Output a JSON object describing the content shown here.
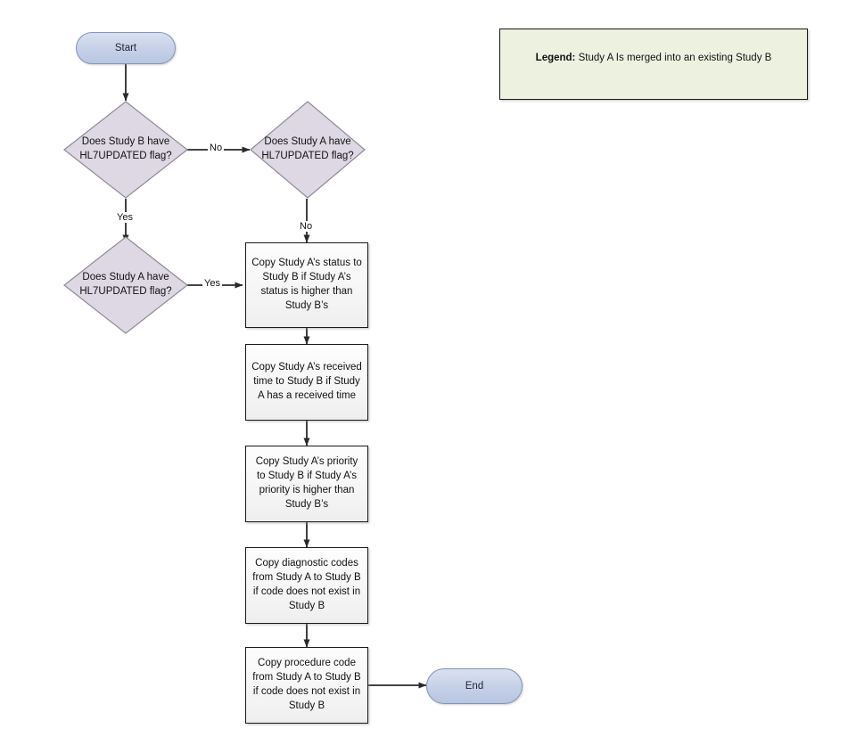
{
  "legend": {
    "label": "Legend:",
    "text": " Study A Is merged into an existing Study B"
  },
  "nodes": {
    "start": {
      "label": "Start",
      "type": "terminator"
    },
    "end": {
      "label": "End",
      "type": "terminator"
    },
    "decision_b_flag": {
      "type": "decision",
      "line1": "Does Study B have",
      "line2": "HL7UPDATED flag?"
    },
    "decision_a_flag_right": {
      "type": "decision",
      "line1": "Does Study A have",
      "line2": "HL7UPDATED flag?"
    },
    "decision_a_flag_left": {
      "type": "decision",
      "line1": "Does Study A have",
      "line2": "HL7UPDATED flag?"
    },
    "process_status": {
      "type": "process",
      "text": "Copy Study A’s status to Study B if Study A’s status is higher than Study B’s"
    },
    "process_received_time": {
      "type": "process",
      "text": "Copy Study A’s received time to Study B if Study A has a received time"
    },
    "process_priority": {
      "type": "process",
      "text": "Copy Study A’s priority to Study B if Study A’s priority is higher than Study B’s"
    },
    "process_diagnostic_codes": {
      "type": "process",
      "text": "Copy diagnostic codes from Study A to Study B if code does not exist in Study B"
    },
    "process_procedure_code": {
      "type": "process",
      "text": "Copy procedure code from Study A to Study B if code does not exist in Study B"
    }
  },
  "edge_labels": {
    "b_flag_no": "No",
    "b_flag_yes": "Yes",
    "a_flag_right_no": "No",
    "a_flag_left_yes": "Yes"
  },
  "colors": {
    "terminator_fill": "#c5d0e8",
    "terminator_stroke": "#8594b5",
    "decision_fill": "#ddd8e4",
    "decision_stroke": "#8e8a96",
    "process_fill": "#f4f4f4",
    "process_stroke": "#1a1a1a",
    "legend_fill": "#edf1e0",
    "legend_stroke": "#1a1a1a",
    "connector": "#2a2a2a",
    "background": "#ffffff"
  }
}
